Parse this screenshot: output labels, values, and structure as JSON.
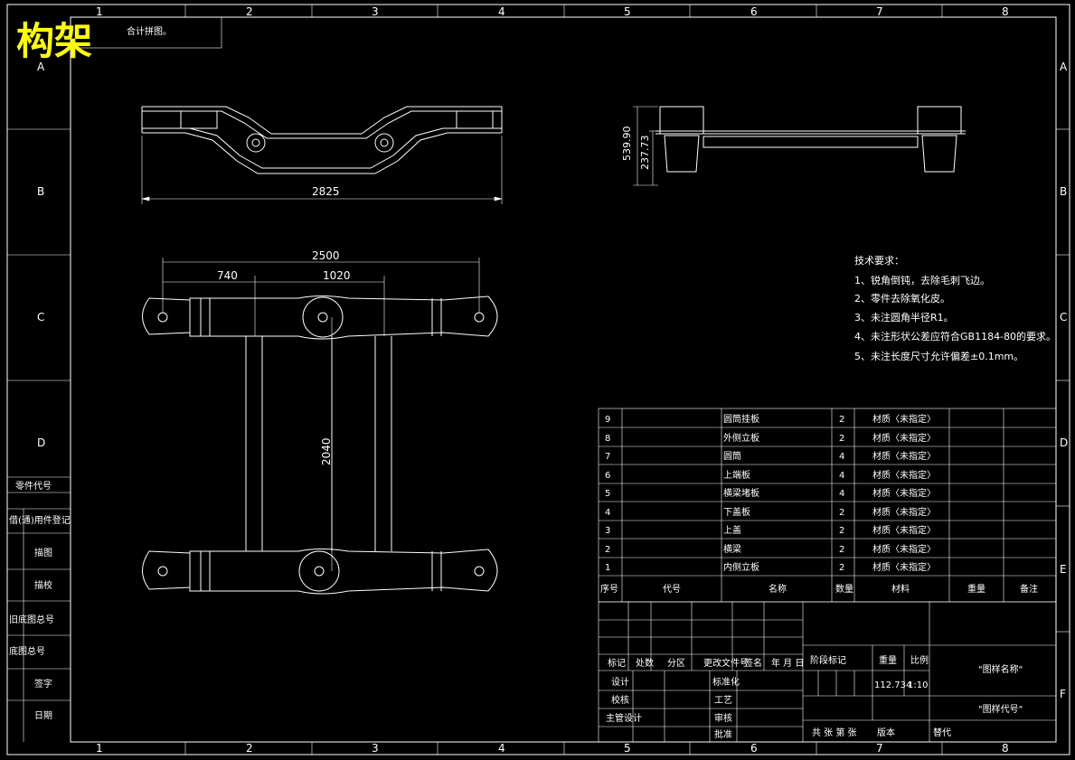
{
  "header": {
    "title": "构架",
    "note": "合计拼图。"
  },
  "grid": {
    "columns": [
      "1",
      "2",
      "3",
      "4",
      "5",
      "6",
      "7",
      "8"
    ],
    "rows": [
      "A",
      "B",
      "C",
      "D",
      "E",
      "F"
    ]
  },
  "dimensions": {
    "side_length": "2825",
    "overall_width": "2500",
    "left_offset": "740",
    "center_span": "1020",
    "wheelbase": "2040",
    "end_height": "539.90",
    "center_height": "237.73"
  },
  "tech_requirements": {
    "heading": "技术要求：",
    "items": [
      "1、锐角倒钝，去除毛刺飞边。",
      "2、零件去除氧化皮。",
      "3、未注圆角半径R1。",
      "4、未注形状公差应符合GB1184-80的要求。",
      "5、未注长度尺寸允许偏差±0.1mm。"
    ]
  },
  "left_column_labels": [
    "零件代号",
    "借(通)用件登记",
    "描图",
    "描校",
    "旧底图总号",
    "底图总号",
    "签字",
    "日期"
  ],
  "bom": {
    "rows": [
      {
        "no": "9",
        "name": "圆筒挂板",
        "qty": "2",
        "material": "材质〈未指定〉"
      },
      {
        "no": "8",
        "name": "外侧立板",
        "qty": "2",
        "material": "材质〈未指定〉"
      },
      {
        "no": "7",
        "name": "圆筒",
        "qty": "4",
        "material": "材质〈未指定〉"
      },
      {
        "no": "6",
        "name": "上端板",
        "qty": "4",
        "material": "材质〈未指定〉"
      },
      {
        "no": "5",
        "name": "横梁堵板",
        "qty": "4",
        "material": "材质〈未指定〉"
      },
      {
        "no": "4",
        "name": "下盖板",
        "qty": "2",
        "material": "材质〈未指定〉"
      },
      {
        "no": "3",
        "name": "上盖",
        "qty": "2",
        "material": "材质〈未指定〉"
      },
      {
        "no": "2",
        "name": "横梁",
        "qty": "2",
        "material": "材质〈未指定〉"
      },
      {
        "no": "1",
        "name": "内侧立板",
        "qty": "2",
        "material": "材质〈未指定〉"
      }
    ],
    "headers": {
      "no": "序号",
      "code": "代号",
      "name": "名称",
      "qty": "数量",
      "material": "材料",
      "weight": "重量",
      "remark": "备注"
    }
  },
  "title_block": {
    "row_labels": [
      "标记",
      "处数",
      "分区",
      "更改文件号",
      "签名",
      "年 月 日"
    ],
    "design": "设计",
    "standard": "标准化",
    "check": "校核",
    "process": "工艺",
    "chief": "主管设计",
    "review": "审核",
    "approve": "批准",
    "stage": "阶段标记",
    "weight_label": "重量",
    "scale_label": "比例",
    "weight": "112.734",
    "scale": "1:10",
    "drawing_name": "\"图样名称\"",
    "drawing_code": "\"图样代号\"",
    "sheets": "共 张 第 张",
    "version": "版本",
    "replace": "替代"
  }
}
